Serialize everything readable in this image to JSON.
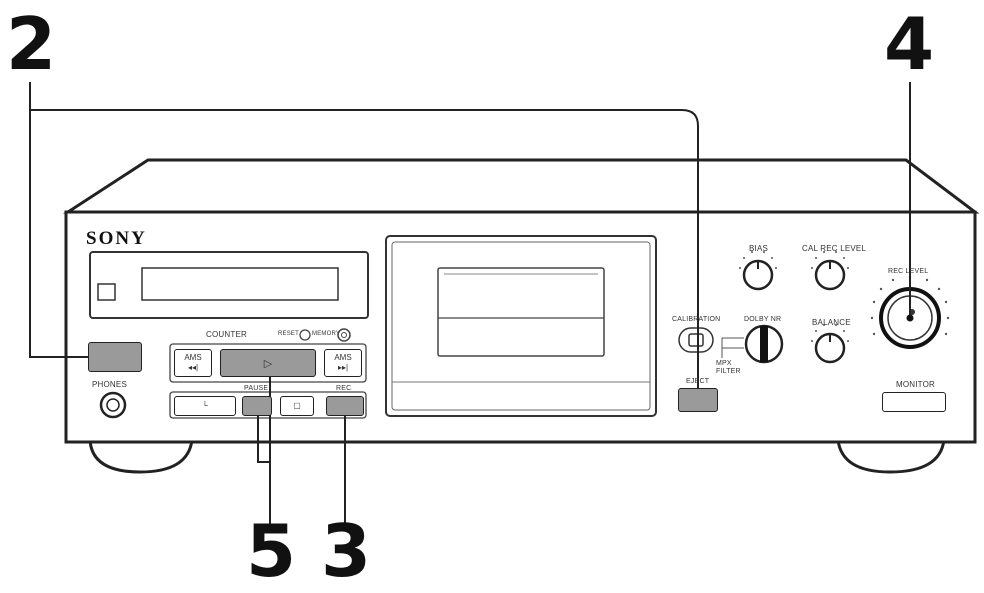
{
  "callouts": [
    "2",
    "4",
    "5",
    "3"
  ],
  "brand": "SONY",
  "labels": {
    "counter": "COUNTER",
    "phones": "PHONES",
    "bias": "BIAS",
    "cal_rec_level": "CAL REC LEVEL",
    "calibration": "CALIBRATION",
    "dolby_nr": "DOLBY NR",
    "mpx_filter": "MPX FILTER",
    "balance": "BALANCE",
    "rec_level": "REC LEVEL",
    "monitor": "MONITOR",
    "eject": "EJECT",
    "pause": "PAUSE",
    "rec": "REC",
    "ams_rew": "AMS",
    "ams_ff": "AMS",
    "reset": "RESET",
    "memory": "MEMORY"
  },
  "colors": {
    "line": "#222222",
    "button_dark": "#9a9a9a",
    "panel": "#ffffff"
  }
}
